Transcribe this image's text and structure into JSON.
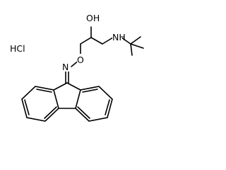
{
  "molecule": {
    "salt_label": "HCl",
    "atom_labels": {
      "hydroxyl": "OH",
      "amine": "NH",
      "oxime_oxygen": "O",
      "oxime_nitrogen": "N"
    }
  }
}
